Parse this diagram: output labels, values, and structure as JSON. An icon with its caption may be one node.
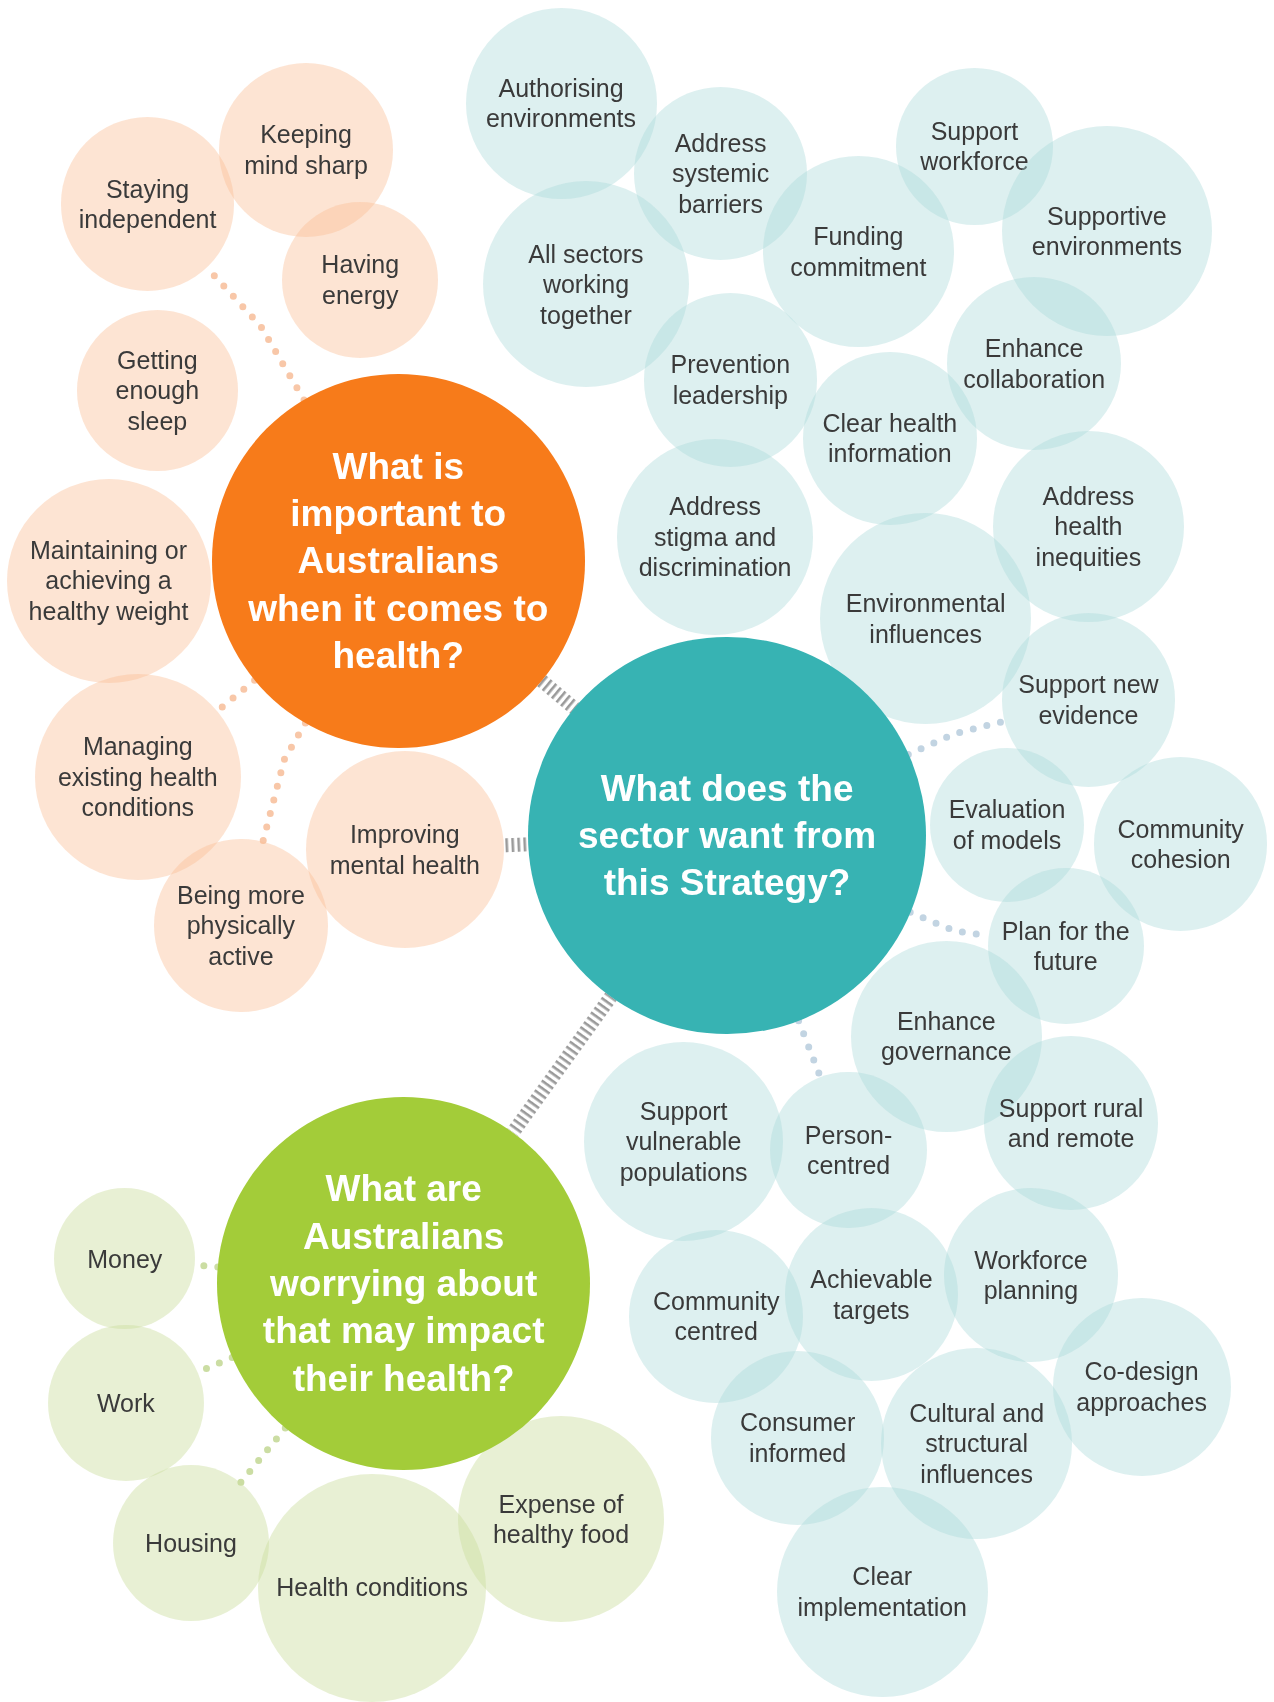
{
  "diagram": {
    "nodes": [
      {
        "text": [
          "What is important to Australians when it comes to health?"
        ]
      },
      {
        "text": [
          "Keeping mind sharp"
        ]
      },
      {
        "text": [
          "Staying independent"
        ]
      },
      {
        "text": [
          "Having energy"
        ]
      },
      {
        "text": [
          "Getting enough sleep"
        ]
      },
      {
        "text": [
          "Maintaining or achieving a healthy weight"
        ]
      },
      {
        "text": [
          "Managing existing health conditions"
        ]
      },
      {
        "text": [
          "Improving mental health"
        ]
      },
      {
        "text": [
          "Being more physically active"
        ]
      },
      {
        "text": [
          "What does the sector want from this Strategy?"
        ]
      },
      {
        "text": [
          "Authorising environments"
        ]
      },
      {
        "text": [
          "Address systemic barriers"
        ]
      },
      {
        "text": [
          "Support workforce"
        ]
      },
      {
        "text": [
          "Supportive environments"
        ]
      },
      {
        "text": [
          "All sectors working together"
        ]
      },
      {
        "text": [
          "Funding commitment"
        ]
      },
      {
        "text": [
          "Prevention leadership"
        ]
      },
      {
        "text": [
          "Enhance collaboration"
        ]
      },
      {
        "text": [
          "Clear health information"
        ]
      },
      {
        "text": [
          "Address stigma and discrimination"
        ]
      },
      {
        "text": [
          "Address health inequities"
        ]
      },
      {
        "text": [
          "Environmental influences"
        ]
      },
      {
        "text": [
          "Support new evidence"
        ]
      },
      {
        "text": [
          "Evaluation of models"
        ]
      },
      {
        "text": [
          "Community cohesion"
        ]
      },
      {
        "text": [
          "Plan for the future"
        ]
      },
      {
        "text": [
          "Enhance governance"
        ]
      },
      {
        "text": [
          "Support rural and remote"
        ]
      },
      {
        "text": [
          "Support vulnerable populations"
        ]
      },
      {
        "text": [
          "Person-centred"
        ]
      },
      {
        "text": [
          "Workforce planning"
        ]
      },
      {
        "text": [
          "Community centred"
        ]
      },
      {
        "text": [
          "Achievable targets"
        ]
      },
      {
        "text": [
          "Co-design approaches"
        ]
      },
      {
        "text": [
          "Consumer informed"
        ]
      },
      {
        "text": [
          "Cultural and structural influences"
        ]
      },
      {
        "text": [
          "Clear implementation"
        ]
      },
      {
        "text": [
          "What are Australians worrying about that may impact their health?"
        ]
      },
      {
        "text": [
          "Money"
        ]
      },
      {
        "text": [
          "Work"
        ]
      },
      {
        "text": [
          "Housing"
        ]
      },
      {
        "text": [
          "Health conditions"
        ]
      },
      {
        "text": [
          "Expense of healthy food"
        ]
      }
    ],
    "edges": [
      {
        "from": 0,
        "to": 2,
        "arrow": "none",
        "style": "dashed",
        "color": "#f8c7a8"
      },
      {
        "from": 0,
        "to": 6,
        "arrow": "none",
        "style": "dashed",
        "color": "#f8c7a8"
      },
      {
        "from": 0,
        "to": 8,
        "arrow": "none",
        "style": "dashed",
        "color": "#f8c7a8"
      },
      {
        "from": 0,
        "to": 9,
        "arrow": "none",
        "style": "thick",
        "color": "#9a9a9a"
      },
      {
        "from": 7,
        "to": 9,
        "arrow": "none",
        "style": "thick",
        "color": "#9a9a9a"
      },
      {
        "from": 9,
        "to": 22,
        "arrow": "none",
        "style": "dashed",
        "color": "#c2d4e2"
      },
      {
        "from": 9,
        "to": 25,
        "arrow": "none",
        "style": "dashed",
        "color": "#c2d4e2"
      },
      {
        "from": 9,
        "to": 29,
        "arrow": "none",
        "style": "dashed",
        "color": "#c2d4e2"
      },
      {
        "from": 9,
        "to": 37,
        "arrow": "none",
        "style": "thick",
        "color": "#9a9a9a"
      },
      {
        "from": 37,
        "to": 38,
        "arrow": "none",
        "style": "dashed",
        "color": "#cbdda3"
      },
      {
        "from": 37,
        "to": 39,
        "arrow": "none",
        "style": "dashed",
        "color": "#cbdda3"
      },
      {
        "from": 37,
        "to": 40,
        "arrow": "none",
        "style": "dashed",
        "color": "#cbdda3"
      }
    ]
  }
}
